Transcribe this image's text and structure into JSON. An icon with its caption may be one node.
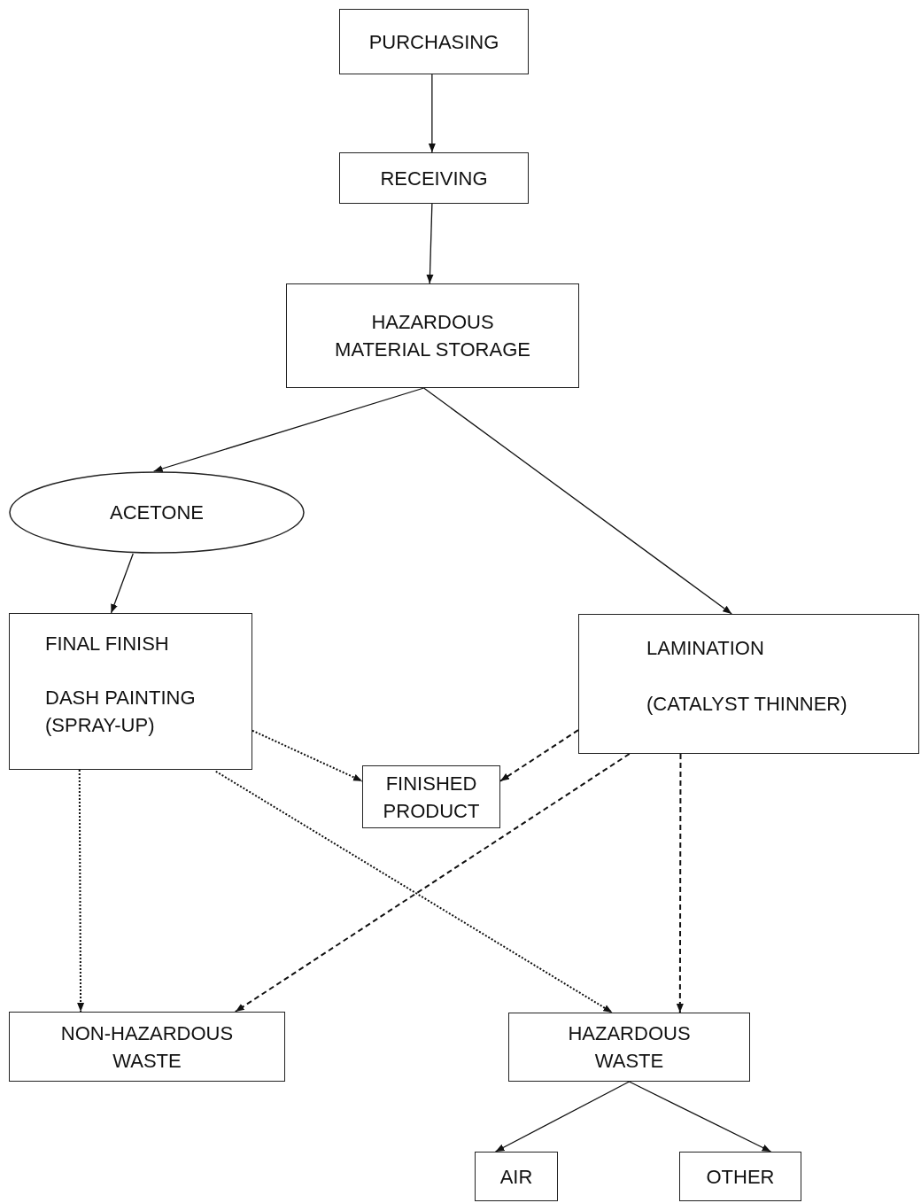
{
  "diagram": {
    "nodes": [
      {
        "text": [
          "PURCHASING"
        ]
      },
      {
        "text": [
          "RECEIVING"
        ]
      },
      {
        "text": [
          "HAZARDOUS MATERIAL STORAGE"
        ]
      },
      {
        "text": [
          "ACETONE"
        ]
      },
      {
        "text": [
          "FINAL FINISH",
          "DASH PAINTING (SPRAY-UP)"
        ]
      },
      {
        "text": [
          "LAMINATION",
          "(CATALYST THINNER)"
        ]
      },
      {
        "text": [
          "FINISHED PRODUCT"
        ]
      },
      {
        "text": [
          "NON-HAZARDOUS WASTE"
        ]
      },
      {
        "text": [
          "HAZARDOUS WASTE"
        ]
      },
      {
        "text": [
          "AIR"
        ]
      },
      {
        "text": [
          "OTHER"
        ]
      }
    ],
    "edges": [
      {
        "from": 0,
        "to": 1,
        "arrow": "to"
      },
      {
        "from": 1,
        "to": 2,
        "arrow": "to"
      },
      {
        "from": 2,
        "to": 3,
        "arrow": "to"
      },
      {
        "from": 2,
        "to": 5,
        "arrow": "to"
      },
      {
        "from": 3,
        "to": 4,
        "arrow": "to"
      },
      {
        "from": 4,
        "to": 6,
        "arrow": "to",
        "style": "dashed"
      },
      {
        "from": 5,
        "to": 6,
        "arrow": "to",
        "style": "dashed"
      },
      {
        "from": 4,
        "to": 7,
        "arrow": "to",
        "style": "dashed"
      },
      {
        "from": 4,
        "to": 8,
        "arrow": "to",
        "style": "dashed"
      },
      {
        "from": 5,
        "to": 7,
        "arrow": "to",
        "style": "dashed"
      },
      {
        "from": 5,
        "to": 8,
        "arrow": "to",
        "style": "dashed"
      },
      {
        "from": 8,
        "to": 9,
        "arrow": "to"
      },
      {
        "from": 8,
        "to": 10,
        "arrow": "to"
      }
    ]
  }
}
